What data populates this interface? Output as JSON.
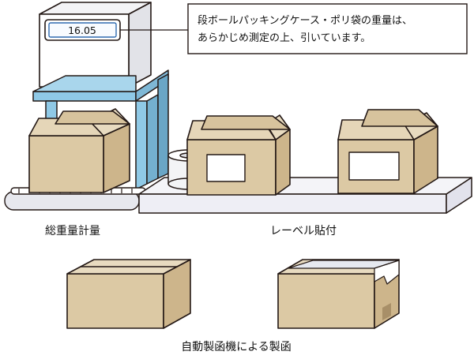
{
  "scale_display": "16.05",
  "callout": {
    "line1": "段ボールパッキングケース・ポリ袋の重量は、",
    "line2": "あらかじめ測定の上、引いています。"
  },
  "captions": {
    "weighing": "総重量計量",
    "labeling": "レーベル貼付",
    "sealing": "自動製函機による製函"
  },
  "colors": {
    "box": "#dcc9a4",
    "box_side": "#d1bb92",
    "scale_arm": "#8fc9e6",
    "conveyor": "#eeeef5",
    "label": "#ffffff",
    "tape": "#e6e9f0",
    "outline": "#231815"
  }
}
